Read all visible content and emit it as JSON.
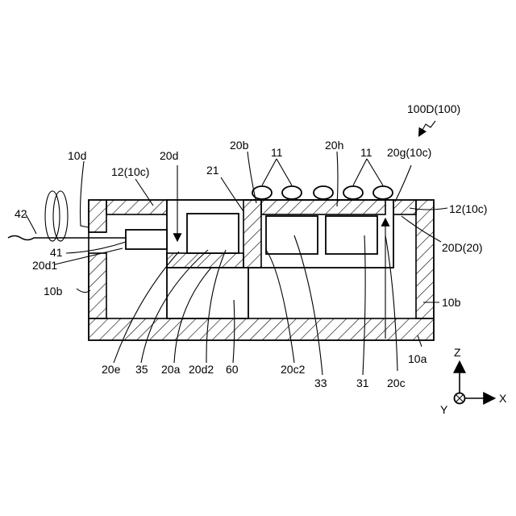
{
  "labels": {
    "device_ref": "100D(100)",
    "l_10d": "10d",
    "l_12_left": "12(10c)",
    "l_20d": "20d",
    "l_20b": "20b",
    "l_21": "21",
    "l_11_left": "11",
    "l_20h": "20h",
    "l_11_right": "11",
    "l_20g": "20g(10c)",
    "l_12_right": "12(10c)",
    "l_20D": "20D(20)",
    "l_42": "42",
    "l_41": "41",
    "l_20d1": "20d1",
    "l_10b_left": "10b",
    "l_10b_right": "10b",
    "l_10a": "10a",
    "l_20e": "20e",
    "l_35": "35",
    "l_20a": "20a",
    "l_20d2": "20d2",
    "l_60": "60",
    "l_20c2": "20c2",
    "l_33": "33",
    "l_31": "31",
    "l_20c": "20c"
  },
  "axes": {
    "z": "Z",
    "x": "X",
    "y": "Y"
  }
}
